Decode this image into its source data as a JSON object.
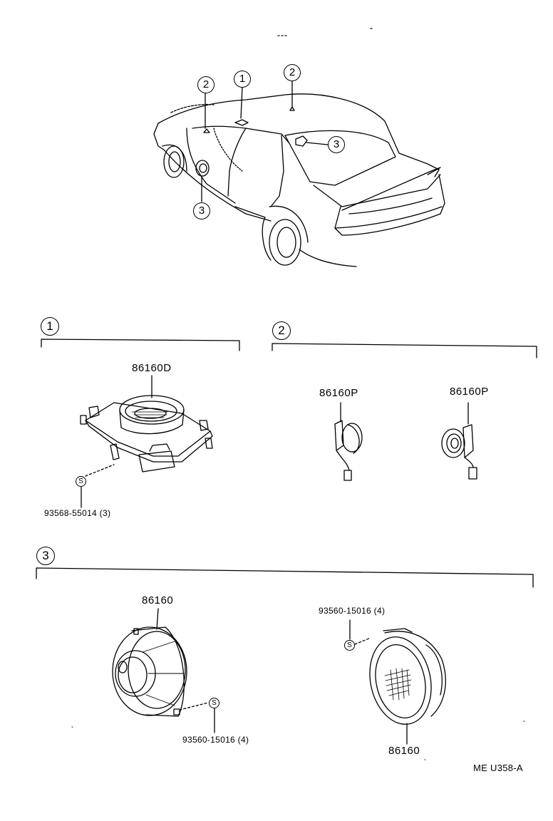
{
  "overview": {
    "callouts": [
      {
        "id": "c2a",
        "text": "2"
      },
      {
        "id": "c1",
        "text": "1"
      },
      {
        "id": "c2b",
        "text": "2"
      },
      {
        "id": "c3a",
        "text": "3"
      },
      {
        "id": "c3b",
        "text": "3"
      }
    ]
  },
  "groups": [
    {
      "number": "1"
    },
    {
      "number": "2"
    },
    {
      "number": "3"
    }
  ],
  "parts": {
    "g1_speaker": "86160D",
    "g1_screw": "93568-55014 (3)",
    "g2_tweeter_left": "86160P",
    "g2_tweeter_right": "86160P",
    "g3_speaker_left": "86160",
    "g3_screw_left": "93560-15016 (4)",
    "g3_screw_right": "93560-15016 (4)",
    "g3_speaker_right": "86160"
  },
  "screw_symbol": "S",
  "diagram_code": "ME U358-A"
}
